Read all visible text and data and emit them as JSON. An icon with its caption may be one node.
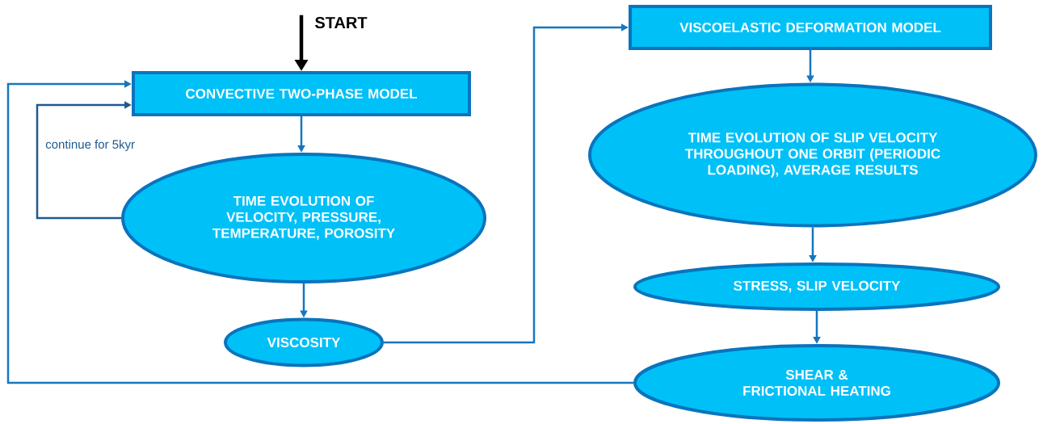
{
  "diagram": {
    "nodes": [
      {
        "text": [
          "START"
        ]
      },
      {
        "text": [
          "CONVECTIVE TWO-PHASE MODEL"
        ]
      },
      {
        "text": [
          "TIME EVOLUTION OF VELOCITY, PRESSURE, TEMPERATURE, POROSITY"
        ]
      },
      {
        "text": [
          "VISCOSITY"
        ]
      },
      {
        "text": [
          "VISCOELASTIC DEFORMATION MODEL"
        ]
      },
      {
        "text": [
          "TIME EVOLUTION OF SLIP VELOCITY THROUGHOUT ONE ORBIT (PERIODIC LOADING), AVERAGE RESULTS"
        ]
      },
      {
        "text": [
          "STRESS, SLIP VELOCITY"
        ]
      },
      {
        "text": [
          "SHEAR & FRICTIONAL HEATING"
        ]
      }
    ],
    "edges": [
      {
        "from": 0,
        "to": 1,
        "arrow": "to",
        "style": "thick",
        "color": "#000000"
      },
      {
        "from": 1,
        "to": 2,
        "arrow": "to"
      },
      {
        "from": 2,
        "to": 1,
        "arrow": "to",
        "label": "continue for 5kyr",
        "color": "#1f5a8e"
      },
      {
        "from": 2,
        "to": 3,
        "arrow": "to"
      },
      {
        "from": 3,
        "to": 4,
        "arrow": "to"
      },
      {
        "from": 4,
        "to": 5,
        "arrow": "to"
      },
      {
        "from": 5,
        "to": 6,
        "arrow": "to"
      },
      {
        "from": 6,
        "to": 7,
        "arrow": "to"
      },
      {
        "from": 7,
        "to": 1,
        "arrow": "to"
      }
    ]
  }
}
